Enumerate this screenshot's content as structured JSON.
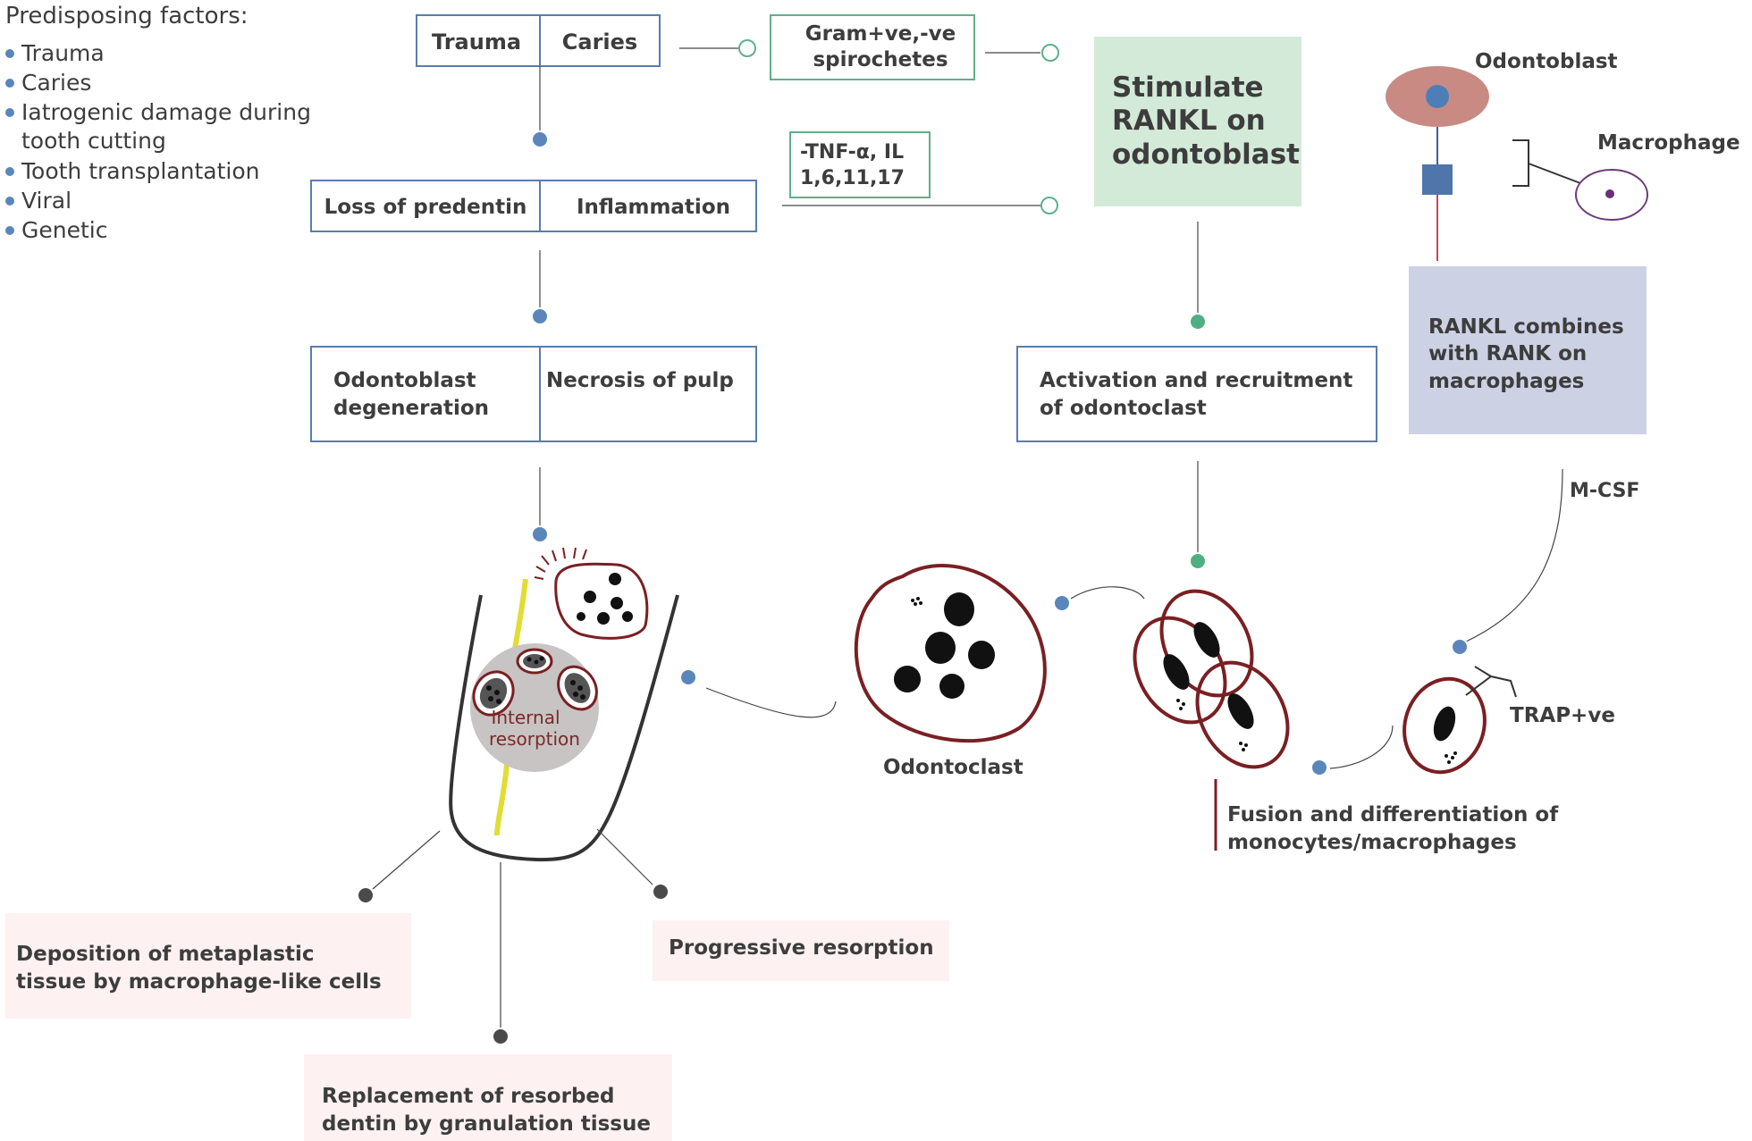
{
  "predisposing": {
    "title": "Predisposing factors:",
    "items": [
      "Trauma",
      "Caries",
      "Iatrogenic damage during",
      "tooth cutting",
      "Tooth transplantation",
      "Viral",
      "Genetic"
    ]
  },
  "boxes": {
    "trauma": "Trauma",
    "caries": "Caries",
    "gram_line1": "Gram+ve,-ve",
    "gram_line2": "spirochetes",
    "stimulate_line1": "Stimulate",
    "stimulate_line2": "RANKL on",
    "stimulate_line3": "odontoblast",
    "tnf_line1": "-TNF-α, IL",
    "tnf_line2": "1,6,11,17",
    "loss_predentin": "Loss of predentin",
    "inflammation": "Inflammation",
    "odonto_deg_line1": "Odontoblast",
    "odonto_deg_line2": "degeneration",
    "necrosis": "Necrosis of  pulp",
    "activation_line1": "Activation and recruitment",
    "activation_line2": "of odontoclast",
    "rankl_line1": "RANKL combines",
    "rankl_line2": "with RANK on",
    "rankl_line3": "macrophages"
  },
  "labels": {
    "odontoblast": "Odontoblast",
    "macrophage": "Macrophage",
    "mcsf": "M-CSF",
    "trap": "TRAP+ve",
    "odontoclast": "Odontoclast",
    "fusion_line1": "Fusion and differentiation of",
    "fusion_line2": "monocytes/macrophages",
    "internal_line1": "Internal",
    "internal_line2": "resorption"
  },
  "outcomes": {
    "deposition_line1": "Deposition of metaplastic",
    "deposition_line2": "tissue by macrophage-like cells",
    "progressive": "Progressive resorption",
    "replacement_line1": "Replacement of resorbed",
    "replacement_line2": "dentin by granulation tissue"
  },
  "colors": {
    "box_border": "#5a7cad",
    "green_border": "#5fb08a",
    "dot_blue": "#5b86bb",
    "dot_green": "#4fae82",
    "dot_gray": "#4a4a4a",
    "cell_red": "#7a1f22",
    "stimulate_fill": "#d3ead9",
    "rankl_fill": "#cdd1e4",
    "outcome_fill": "#fdf2f1",
    "odontoblast_fill": "#c98a84",
    "pulp_yellow": "#e1dd33",
    "resorption_fill": "#c8c4c4",
    "resorption_text": "#7a2a2a"
  }
}
